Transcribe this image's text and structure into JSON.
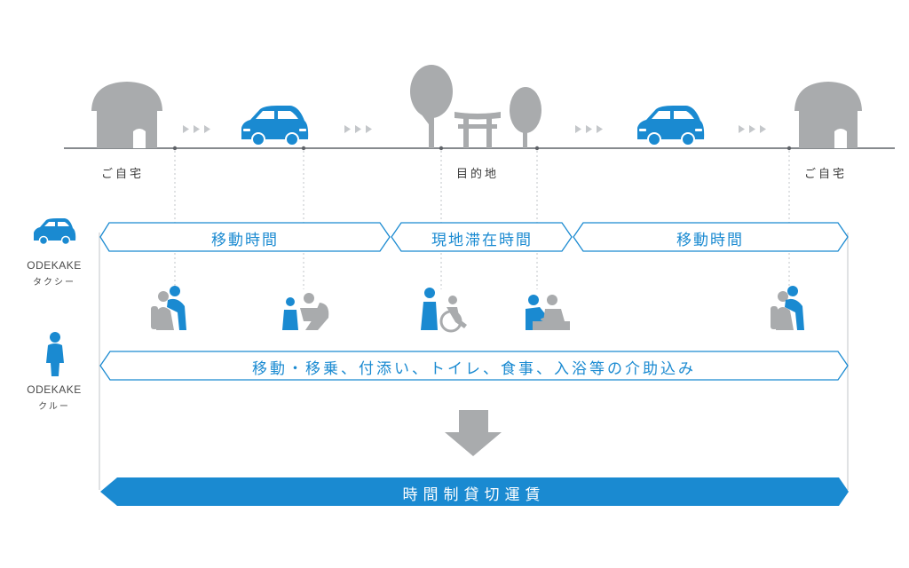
{
  "colors": {
    "accent": "#1a8ad1",
    "gray": "#a9abad",
    "line": "#5f6368",
    "dot": "#c0c4c8"
  },
  "locations": {
    "home_start": "ご自宅",
    "destination": "目的地",
    "home_end": "ご自宅"
  },
  "brands": {
    "taxi": {
      "name": "ODEKAKE",
      "sub": "タクシー",
      "icon": "car-icon"
    },
    "crew": {
      "name": "ODEKAKE",
      "sub": "クルー",
      "icon": "person-icon"
    }
  },
  "segments": [
    "移動時間",
    "現地滞在時間",
    "移動時間"
  ],
  "care_band": "移動・移乗、付添い、トイレ、食事、入浴等の介助込み",
  "fare_band": "時間制貸切運賃"
}
